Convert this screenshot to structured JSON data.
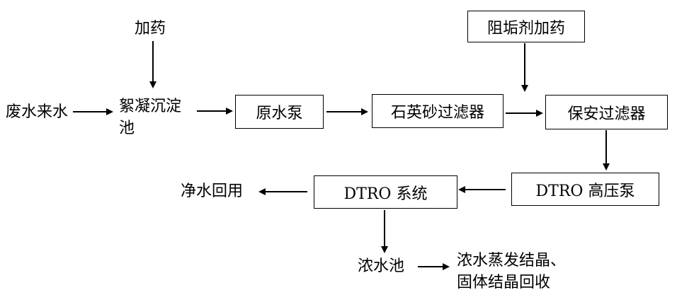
{
  "diagram": {
    "type": "flowchart",
    "nodes": {
      "dosing": "加药",
      "wastewater_inlet": "废水来水",
      "flocculation_tank_line1": "絮凝沉淀",
      "flocculation_tank_line2": "池",
      "raw_water_pump": "原水泵",
      "quartz_sand_filter": "石英砂过滤器",
      "antiscalant_dosing": "阻垢剂加药",
      "security_filter": "保安过滤器",
      "dtro_high_pressure_pump": "DTRO 高压泵",
      "dtro_system": "DTRO 系统",
      "clean_water_reuse": "净水回用",
      "concentrate_tank": "浓水池",
      "concentrate_treatment_line1": "浓水蒸发结晶、",
      "concentrate_treatment_line2": "固体结晶回收"
    },
    "edges": [
      {
        "from": "dosing",
        "to": "flocculation_tank",
        "direction": "down"
      },
      {
        "from": "wastewater_inlet",
        "to": "flocculation_tank",
        "direction": "right"
      },
      {
        "from": "flocculation_tank",
        "to": "raw_water_pump",
        "direction": "right"
      },
      {
        "from": "raw_water_pump",
        "to": "quartz_sand_filter",
        "direction": "right"
      },
      {
        "from": "quartz_sand_filter",
        "to": "security_filter",
        "direction": "right"
      },
      {
        "from": "antiscalant_dosing",
        "to": "security_filter",
        "direction": "down"
      },
      {
        "from": "security_filter",
        "to": "dtro_high_pressure_pump",
        "direction": "down"
      },
      {
        "from": "dtro_high_pressure_pump",
        "to": "dtro_system",
        "direction": "left"
      },
      {
        "from": "dtro_system",
        "to": "clean_water_reuse",
        "direction": "left"
      },
      {
        "from": "dtro_system",
        "to": "concentrate_tank",
        "direction": "down"
      },
      {
        "from": "concentrate_tank",
        "to": "concentrate_treatment",
        "direction": "right"
      }
    ],
    "colors": {
      "line": "#000000",
      "background": "#ffffff",
      "text": "#000000"
    }
  }
}
